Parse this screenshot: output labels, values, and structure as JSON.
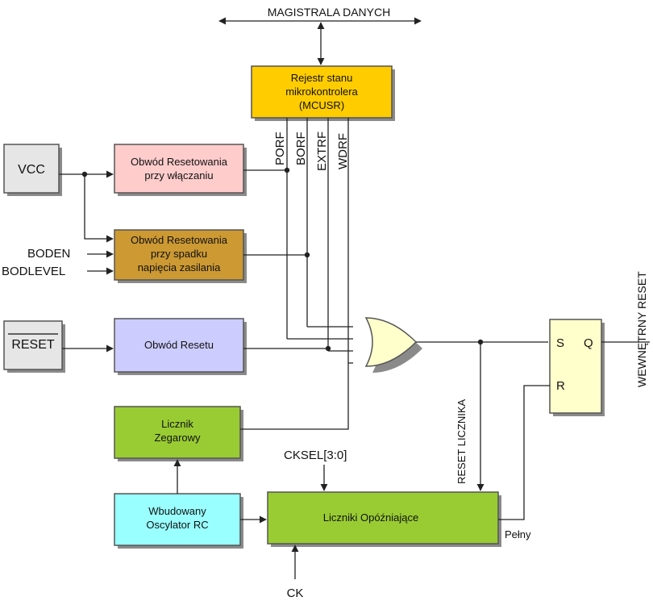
{
  "colors": {
    "mcusr": "#ffcc00",
    "power_on": "#ffcccc",
    "brown_out": "#cc9933",
    "reset_circuit": "#ccccff",
    "counters": "#99cc33",
    "oscillator": "#99ffff",
    "gray_box": "#e6e6e6",
    "or_gate": "#ffffcc",
    "sr_latch": "#ffffcc"
  },
  "labels": {
    "data_bus": "MAGISTRALA DANYCH",
    "mcusr": [
      "Rejestr stanu",
      "mikrokontrolera",
      "(MCUSR)"
    ],
    "flags": [
      "PORF",
      "BORF",
      "EXTRF",
      "WDRF"
    ],
    "vcc": "VCC",
    "reset_pin": "RESET",
    "boden": "BODEN",
    "bodlevel": "BODLEVEL",
    "power_on": [
      "Obwód Resetowania",
      "przy włączaniu"
    ],
    "brown_out": [
      "Obwód Resetowania",
      "przy spadku",
      "napięcia zasilania"
    ],
    "reset_circuit": "Obwód Resetu",
    "watchdog": [
      "Licznik",
      "Zegarowy"
    ],
    "oscillator": [
      "Wbudowany",
      "Oscylator RC"
    ],
    "delay_counters": "Liczniki Opóźniające",
    "cksel": "CKSEL[3:0]",
    "ck": "CK",
    "full": "Pełny",
    "counter_reset": "RESET LICZNIKA",
    "latch_s": "S",
    "latch_q": "Q",
    "latch_r": "R",
    "internal_reset": "WEWNĘTRNY RESET"
  }
}
